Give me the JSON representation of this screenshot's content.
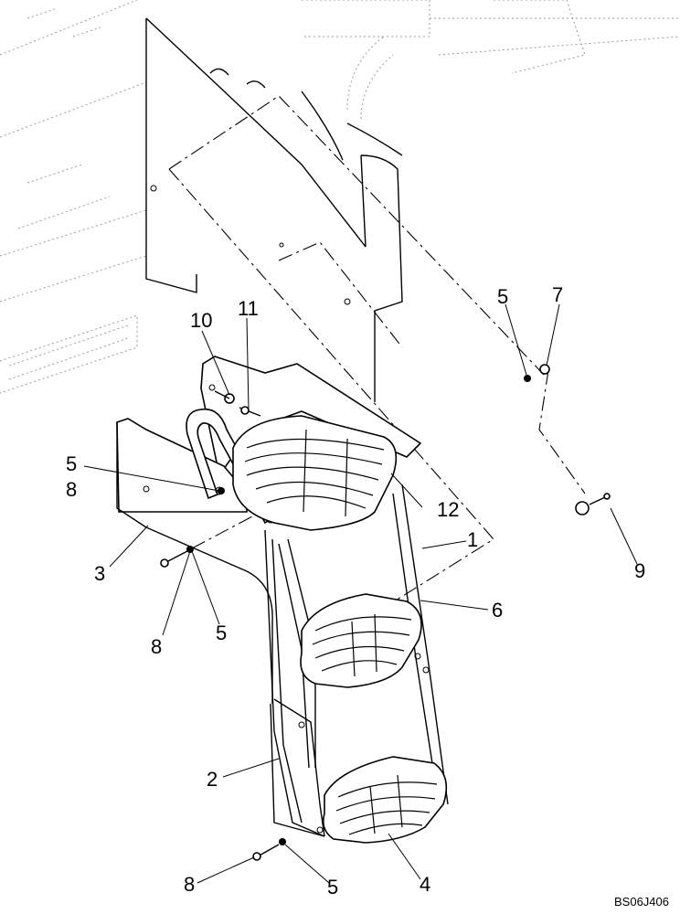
{
  "diagram": {
    "code": "BS06J406",
    "callouts": [
      {
        "id": "c10",
        "text": "10"
      },
      {
        "id": "c11",
        "text": "11"
      },
      {
        "id": "c5a",
        "text": "5"
      },
      {
        "id": "c7",
        "text": "7"
      },
      {
        "id": "c5b",
        "text": "5"
      },
      {
        "id": "c8a",
        "text": "8"
      },
      {
        "id": "c12",
        "text": "12"
      },
      {
        "id": "c1",
        "text": "1"
      },
      {
        "id": "c3",
        "text": "3"
      },
      {
        "id": "c9",
        "text": "9"
      },
      {
        "id": "c6",
        "text": "6"
      },
      {
        "id": "c8b",
        "text": "8"
      },
      {
        "id": "c5c",
        "text": "5"
      },
      {
        "id": "c2",
        "text": "2"
      },
      {
        "id": "c8c",
        "text": "8"
      },
      {
        "id": "c5d",
        "text": "5"
      },
      {
        "id": "c4",
        "text": "4"
      }
    ]
  }
}
